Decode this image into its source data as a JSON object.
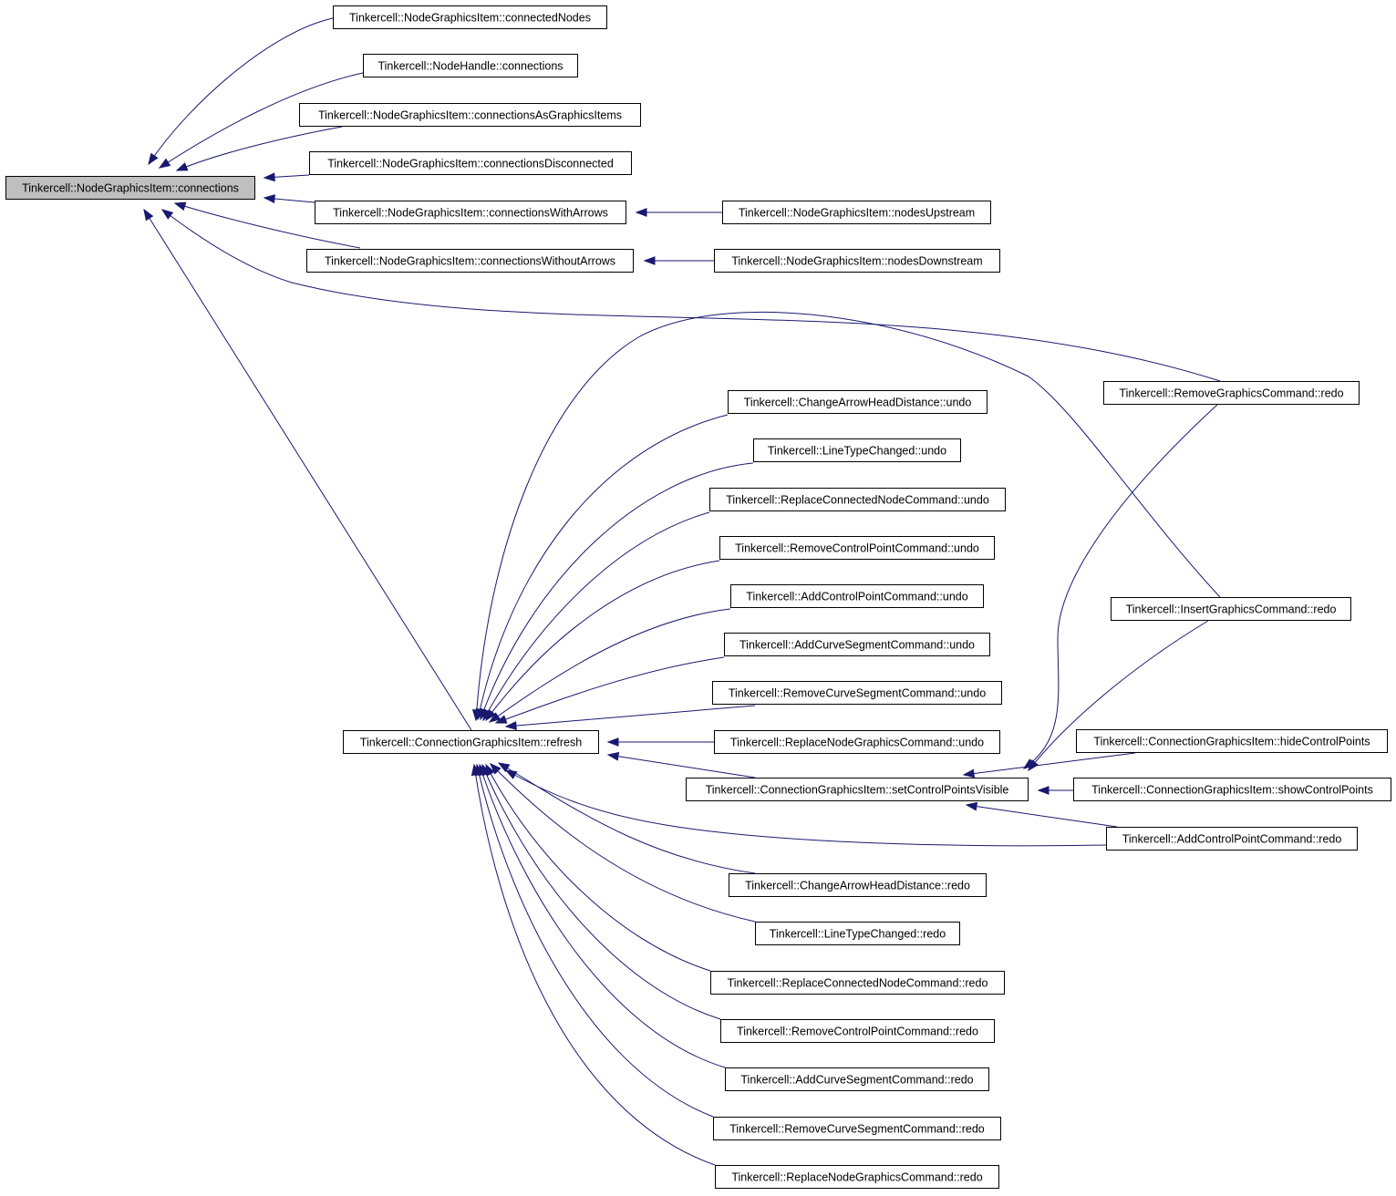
{
  "graph": {
    "nodes": [
      {
        "id": "connections",
        "label": "Tinkercell::NodeGraphicsItem::connections",
        "root": true
      },
      {
        "id": "connectedNodes",
        "label": "Tinkercell::NodeGraphicsItem::connectedNodes"
      },
      {
        "id": "nh_connections",
        "label": "Tinkercell::NodeHandle::connections"
      },
      {
        "id": "connectionsAsGraphicsItems",
        "label": "Tinkercell::NodeGraphicsItem::connectionsAsGraphicsItems"
      },
      {
        "id": "connectionsDisconnected",
        "label": "Tinkercell::NodeGraphicsItem::connectionsDisconnected"
      },
      {
        "id": "connectionsWithArrows",
        "label": "Tinkercell::NodeGraphicsItem::connectionsWithArrows"
      },
      {
        "id": "connectionsWithoutArrows",
        "label": "Tinkercell::NodeGraphicsItem::connectionsWithoutArrows"
      },
      {
        "id": "nodesUpstream",
        "label": "Tinkercell::NodeGraphicsItem::nodesUpstream"
      },
      {
        "id": "nodesDownstream",
        "label": "Tinkercell::NodeGraphicsItem::nodesDownstream"
      },
      {
        "id": "removeGraphicsRedo",
        "label": "Tinkercell::RemoveGraphicsCommand::redo"
      },
      {
        "id": "refresh",
        "label": "Tinkercell::ConnectionGraphicsItem::refresh"
      },
      {
        "id": "cahdUndo",
        "label": "Tinkercell::ChangeArrowHeadDistance::undo"
      },
      {
        "id": "ltcUndo",
        "label": "Tinkercell::LineTypeChanged::undo"
      },
      {
        "id": "rcncUndo",
        "label": "Tinkercell::ReplaceConnectedNodeCommand::undo"
      },
      {
        "id": "rcpcUndo",
        "label": "Tinkercell::RemoveControlPointCommand::undo"
      },
      {
        "id": "acpcUndo",
        "label": "Tinkercell::AddControlPointCommand::undo"
      },
      {
        "id": "acscUndo",
        "label": "Tinkercell::AddCurveSegmentCommand::undo"
      },
      {
        "id": "rcscUndo",
        "label": "Tinkercell::RemoveCurveSegmentCommand::undo"
      },
      {
        "id": "rngcUndo",
        "label": "Tinkercell::ReplaceNodeGraphicsCommand::undo"
      },
      {
        "id": "setCPV",
        "label": "Tinkercell::ConnectionGraphicsItem::setControlPointsVisible"
      },
      {
        "id": "insertGraphicsRedo",
        "label": "Tinkercell::InsertGraphicsCommand::redo"
      },
      {
        "id": "hideCP",
        "label": "Tinkercell::ConnectionGraphicsItem::hideControlPoints"
      },
      {
        "id": "showCP",
        "label": "Tinkercell::ConnectionGraphicsItem::showControlPoints"
      },
      {
        "id": "acpcRedo",
        "label": "Tinkercell::AddControlPointCommand::redo"
      },
      {
        "id": "cahdRedo",
        "label": "Tinkercell::ChangeArrowHeadDistance::redo"
      },
      {
        "id": "ltcRedo",
        "label": "Tinkercell::LineTypeChanged::redo"
      },
      {
        "id": "rcncRedo",
        "label": "Tinkercell::ReplaceConnectedNodeCommand::redo"
      },
      {
        "id": "rcpcRedo",
        "label": "Tinkercell::RemoveControlPointCommand::redo"
      },
      {
        "id": "acscRedo",
        "label": "Tinkercell::AddCurveSegmentCommand::redo"
      },
      {
        "id": "rcscRedo",
        "label": "Tinkercell::RemoveCurveSegmentCommand::redo"
      },
      {
        "id": "rngcRedo",
        "label": "Tinkercell::ReplaceNodeGraphicsCommand::redo"
      }
    ],
    "edges": [
      {
        "from": "connectedNodes",
        "to": "connections"
      },
      {
        "from": "nh_connections",
        "to": "connections"
      },
      {
        "from": "connectionsAsGraphicsItems",
        "to": "connections"
      },
      {
        "from": "connectionsDisconnected",
        "to": "connections"
      },
      {
        "from": "connectionsWithArrows",
        "to": "connections"
      },
      {
        "from": "connectionsWithoutArrows",
        "to": "connections"
      },
      {
        "from": "removeGraphicsRedo",
        "to": "connections"
      },
      {
        "from": "refresh",
        "to": "connections"
      },
      {
        "from": "nodesUpstream",
        "to": "connectionsWithArrows"
      },
      {
        "from": "nodesDownstream",
        "to": "connectionsWithoutArrows"
      },
      {
        "from": "insertGraphicsRedo",
        "to": "refresh"
      },
      {
        "from": "cahdUndo",
        "to": "refresh"
      },
      {
        "from": "ltcUndo",
        "to": "refresh"
      },
      {
        "from": "rcncUndo",
        "to": "refresh"
      },
      {
        "from": "rcpcUndo",
        "to": "refresh"
      },
      {
        "from": "acpcUndo",
        "to": "refresh"
      },
      {
        "from": "acscUndo",
        "to": "refresh"
      },
      {
        "from": "rcscUndo",
        "to": "refresh"
      },
      {
        "from": "rngcUndo",
        "to": "refresh"
      },
      {
        "from": "setCPV",
        "to": "refresh"
      },
      {
        "from": "acpcRedo",
        "to": "refresh"
      },
      {
        "from": "cahdRedo",
        "to": "refresh"
      },
      {
        "from": "ltcRedo",
        "to": "refresh"
      },
      {
        "from": "rcncRedo",
        "to": "refresh"
      },
      {
        "from": "rcpcRedo",
        "to": "refresh"
      },
      {
        "from": "acscRedo",
        "to": "refresh"
      },
      {
        "from": "rcscRedo",
        "to": "refresh"
      },
      {
        "from": "rngcRedo",
        "to": "refresh"
      },
      {
        "from": "removeGraphicsRedo",
        "to": "setCPV"
      },
      {
        "from": "insertGraphicsRedo",
        "to": "setCPV"
      },
      {
        "from": "hideCP",
        "to": "setCPV"
      },
      {
        "from": "showCP",
        "to": "setCPV"
      },
      {
        "from": "acpcRedo",
        "to": "setCPV"
      }
    ]
  },
  "colors": {
    "edge": "#191970",
    "root_fill": "#bfbfbf",
    "node_border": "#000000"
  }
}
